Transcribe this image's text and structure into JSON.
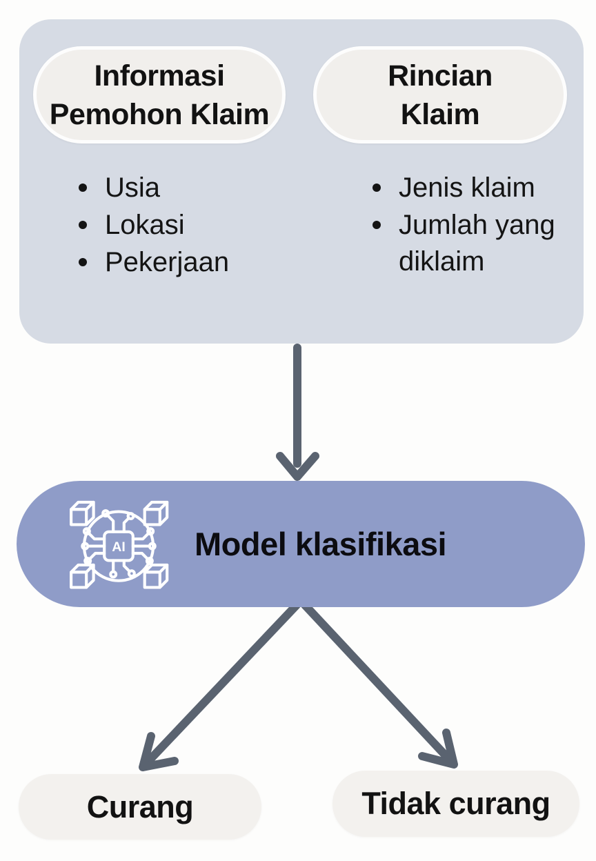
{
  "colors": {
    "page_bg": "#fdfdfc",
    "inputs_panel_bg": "#d6dbe4",
    "header_pill_bg": "#f1efec",
    "header_pill_border": "#fdfdfd",
    "model_pill_bg": "#8f9cc8",
    "output_pill_bg": "#f3f1ee",
    "arrow": "#5a6370",
    "text": "#141414",
    "icon_stroke": "#ffffff"
  },
  "inputs_panel": {
    "groups": [
      {
        "title_lines": [
          "Informasi",
          "Pemohon Klaim"
        ],
        "items": [
          "Usia",
          "Lokasi",
          "Pekerjaan"
        ]
      },
      {
        "title_lines": [
          "Rincian",
          "Klaim"
        ],
        "items": [
          "Jenis klaim",
          "Jumlah yang diklaim"
        ]
      }
    ]
  },
  "model_node": {
    "label": "Model klasifikasi",
    "icon_label": "AI"
  },
  "outputs": [
    {
      "label": "Curang"
    },
    {
      "label": "Tidak curang"
    }
  ]
}
